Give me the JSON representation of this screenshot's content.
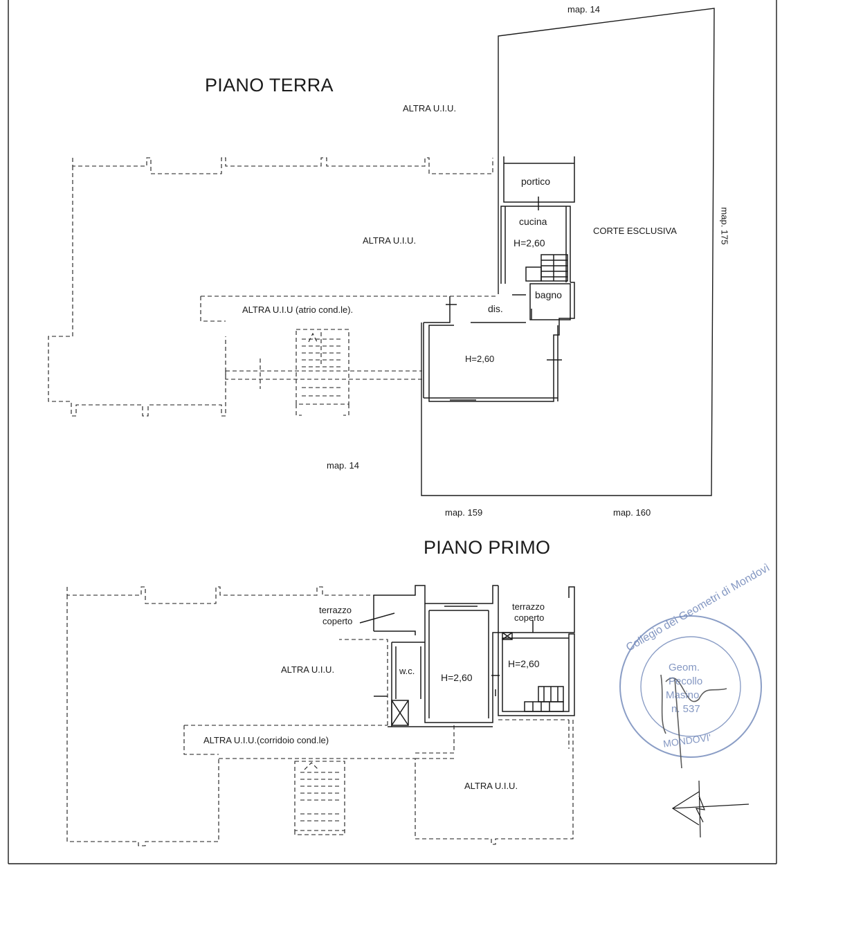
{
  "colors": {
    "ink": "#1a1a1a",
    "stamp": "#6f86b8"
  },
  "ground_floor": {
    "title": "PIANO TERRA",
    "labels": {
      "map_top": "map. 14",
      "other_unit_top": "ALTRA U.I.U.",
      "other_unit_left": "ALTRA U.I.U.",
      "other_unit_atrium": "ALTRA U.I.U (atrio cond.le).",
      "porch": "portico",
      "kitchen": "cucina",
      "kitchen_height": "H=2,60",
      "bathroom": "bagno",
      "hallway": "dis.",
      "room_height": "H=2,60",
      "exclusive_yard": "CORTE ESCLUSIVA",
      "map_right": "map. 175",
      "map_bottom_left": "map. 14",
      "map_bottom_mid": "map. 159",
      "map_bottom_right": "map. 160"
    }
  },
  "first_floor": {
    "title": "PIANO PRIMO",
    "labels": {
      "covered_terrace_left_1": "terrazzo",
      "covered_terrace_left_2": "coperto",
      "covered_terrace_right_1": "terrazzo",
      "covered_terrace_right_2": "coperto",
      "other_unit_left": "ALTRA U.I.U.",
      "wc": "w.c.",
      "room_height_mid": "H=2,60",
      "room_height_right": "H=2,60",
      "other_unit_corridor": "ALTRA U.I.U.(corridoio cond.le)",
      "other_unit_bottom": "ALTRA U.I.U."
    }
  },
  "stamp": {
    "ring_text": "Collegio dei Geometri di Mondovì",
    "line1": "Geom.",
    "line2": "Pecollo",
    "line3": "Masino",
    "line4": "n. 537",
    "city": "MONDOVI'"
  }
}
